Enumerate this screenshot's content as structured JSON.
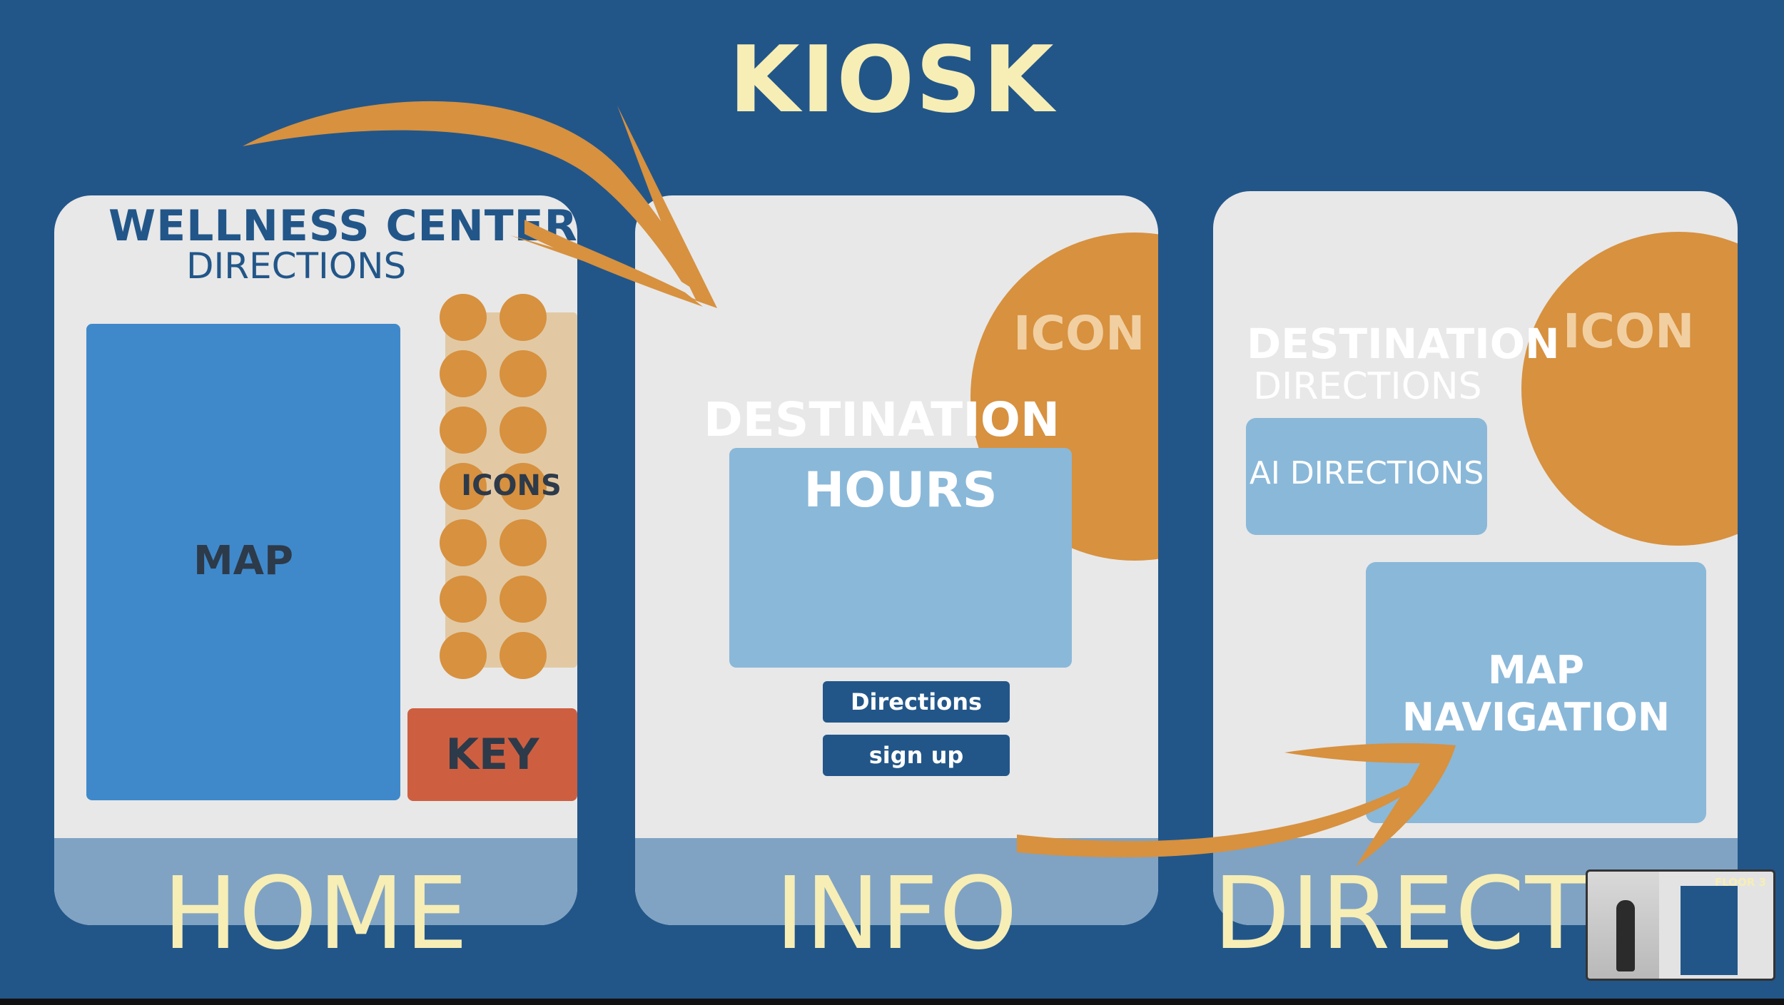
{
  "title": "KIOSK",
  "colors": {
    "background": "#225689",
    "accent_orange": "#d7913f",
    "title_cream": "#f7eeb6",
    "key_red": "#cd5f40",
    "map_blue": "#3f89ca",
    "panel_light_blue": "#8ab8d9"
  },
  "home": {
    "heading": "WELLNESS CENTER",
    "subheading": "DIRECTIONS",
    "map_label": "MAP",
    "icons_label": "ICONS",
    "key_label": "KEY",
    "screen_label": "HOME"
  },
  "info": {
    "icon_label": "ICON",
    "destination_label": "DESTINATION",
    "hours_label": "HOURS",
    "buttons": [
      "Directions",
      "sign up"
    ],
    "screen_label": "INFO"
  },
  "directions": {
    "destination_label": "DESTINATION",
    "directions_sub": "DIRECTIONS",
    "icon_label": "ICON",
    "ai_label": "AI DIRECTIONS",
    "map_nav_line1": "MAP",
    "map_nav_line2": "NAVIGATION",
    "screen_label": "DIRECTIO"
  },
  "video_thumbnail": {
    "caption": "FLOOR 3"
  }
}
